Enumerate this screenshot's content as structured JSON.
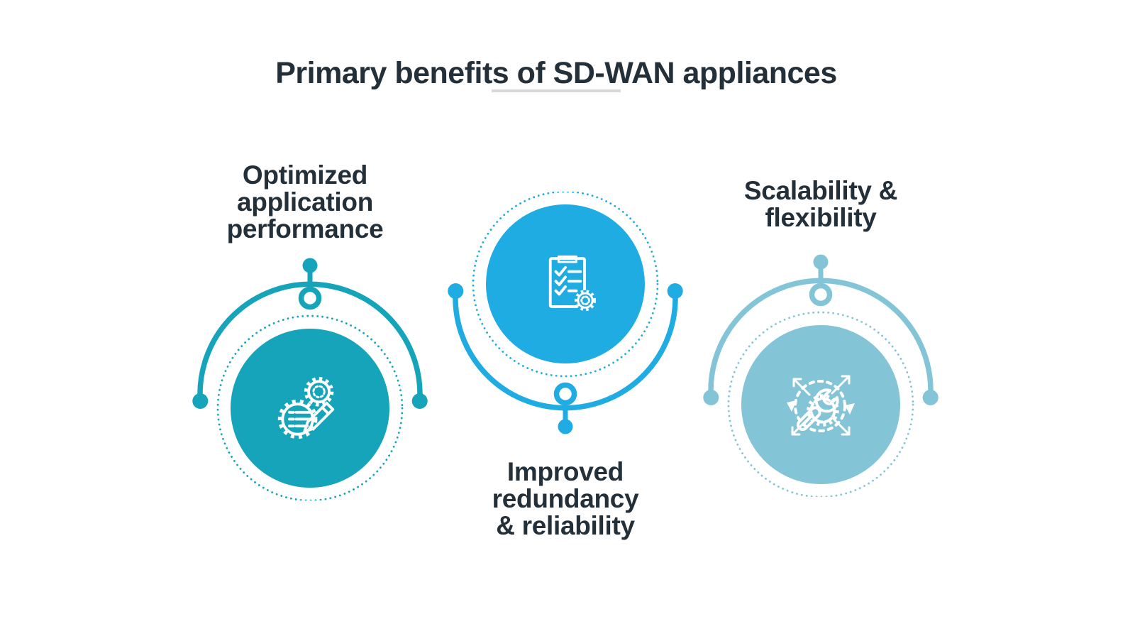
{
  "title": "Primary benefits of SD-WAN appliances",
  "theme": {
    "background": "#FFFFFF",
    "heading_color": "#243039",
    "divider_color": "#D9D9D9"
  },
  "benefits": [
    {
      "label": "Optimized\napplication\nperformance",
      "label_position": "above",
      "icon": "gears-pencil-icon",
      "color": "#15A4BA"
    },
    {
      "label": "Improved\nredundancy\n& reliability",
      "label_position": "below",
      "icon": "checklist-clipboard-icon",
      "color": "#1EACE3"
    },
    {
      "label": "Scalability &\nflexibility",
      "label_position": "above",
      "icon": "wrench-gear-expand-icon",
      "color": "#84C4D7"
    }
  ]
}
